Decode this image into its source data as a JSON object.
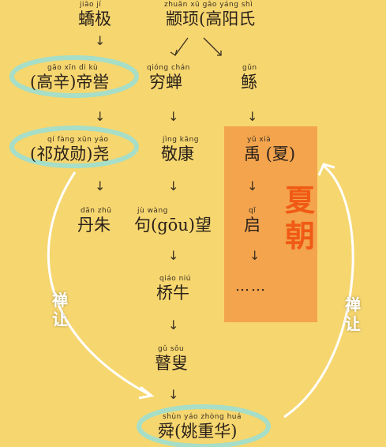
{
  "nodes": {
    "jiaoji": {
      "pinyin": "jiāo  jí",
      "label": "蟜极"
    },
    "zhuanxu": {
      "pinyin": "zhuān   xū      gāo  yáng  shì",
      "label": "颛顼(高阳氏"
    },
    "gaoxin": {
      "pinyin": "gāo  xīn     dì   kù",
      "label": "(高辛)帝喾"
    },
    "qiongchan": {
      "pinyin": "qióng chán",
      "label": "穷蝉"
    },
    "gun": {
      "pinyin": "gǔn",
      "label": "鲧"
    },
    "qifangxun": {
      "pinyin": "qí  fàng  xūn   yáo",
      "label": "(祁放勋)尧"
    },
    "jingkang": {
      "pinyin": "jìng  kāng",
      "label": "敬康"
    },
    "yu": {
      "pinyin": "yǔ         xià",
      "label": "禹 (夏)"
    },
    "danzhu": {
      "pinyin": "dān  zhū",
      "label": "丹朱"
    },
    "juwang": {
      "pinyin": "jù              wàng",
      "label": "句(gōu)望"
    },
    "qi": {
      "pinyin": "qǐ",
      "label": "启"
    },
    "qiaoniu": {
      "pinyin": "qiáo  niú",
      "label": "桥牛"
    },
    "ellipsis": {
      "label": "……"
    },
    "gusou": {
      "pinyin": "gǔ   sǒu",
      "label": "瞽叟"
    },
    "shun": {
      "pinyin": "shùn  yáo zhòng huá",
      "label": "舜(姚重华)"
    }
  },
  "xia_label": [
    "夏",
    "朝"
  ],
  "shanrang_left": [
    "禅",
    "让"
  ],
  "shanrang_right": [
    "禅",
    "让"
  ],
  "colors": {
    "background": "#f6d66f",
    "xia_box": "#f2a04a",
    "xia_text": "#f05a14",
    "highlight_ring": "#9fdcc6",
    "curve": "#ffffff"
  },
  "arrow_glyph": "↓"
}
